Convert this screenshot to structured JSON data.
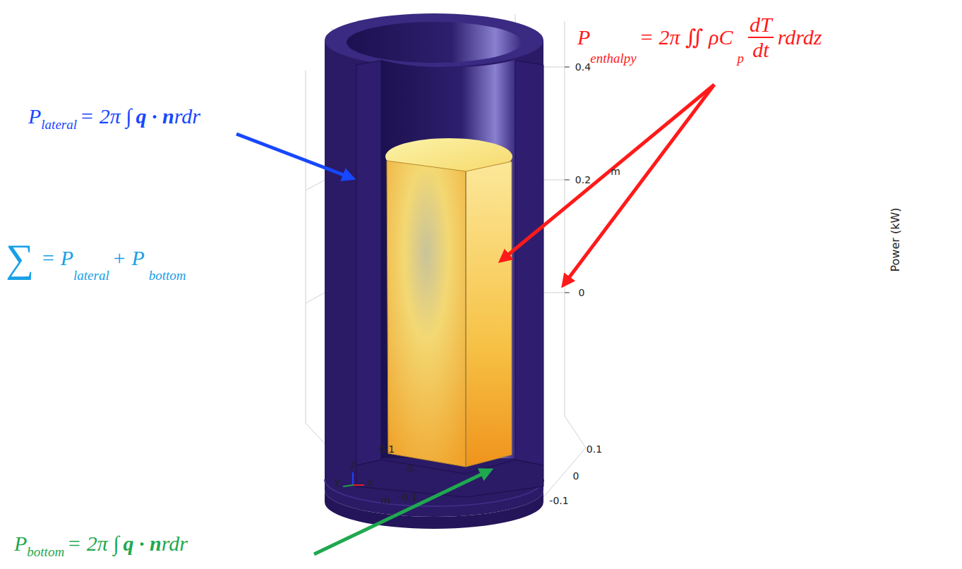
{
  "diagram": {
    "labels": [
      "P",
      "enthalpy",
      "= 2π ∬ ρC",
      "p",
      "dT",
      "dt",
      "rdrdz",
      "P",
      "lateral",
      "= 2π ∫",
      "q · n",
      "rdr",
      "∑",
      "= P",
      "lateral",
      "+ P",
      "bottom",
      "P",
      "bottom",
      "= 2π ∫",
      "q · n",
      "rdr",
      "0.4",
      "0.2",
      "m",
      "0",
      "0.1",
      "0",
      "-0.1",
      "m",
      "0.1",
      "0",
      "-0.1",
      "z",
      "y",
      "x",
      "Power (kW)"
    ]
  }
}
